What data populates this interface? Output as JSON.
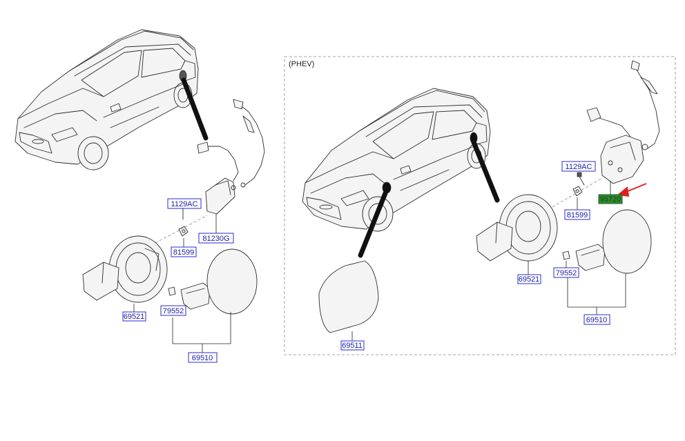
{
  "section": {
    "label": "(PHEV)"
  },
  "parts": {
    "left_1129AC": "1129AC",
    "left_81230G": "81230G",
    "left_81599": "81599",
    "left_69521": "69521",
    "left_79552": "79552",
    "left_69510": "69510",
    "right_69511": "69511",
    "right_1129AC": "1129AC",
    "right_95720": "95720",
    "right_81599": "81599",
    "right_69521": "69521",
    "right_79552": "79552",
    "right_69510": "69510"
  },
  "colors": {
    "label_text": "#1a1aa8",
    "label_box": "#2a2ad0",
    "highlight": "#2e8b2e",
    "arrow": "#e02020"
  }
}
